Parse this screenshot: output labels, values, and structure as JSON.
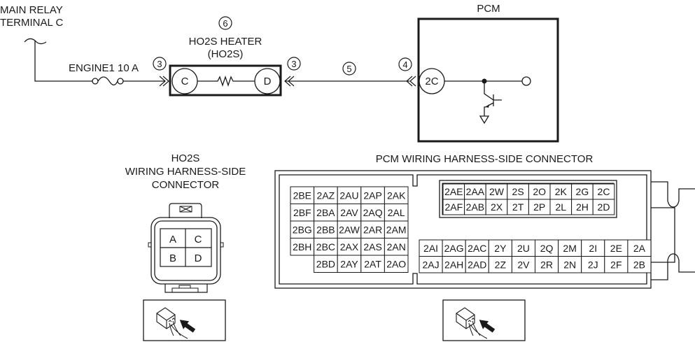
{
  "circuit": {
    "source_label_line1": "MAIN RELAY",
    "source_label_line2": "TERMINAL C",
    "fuse_label": "ENGINE1 10 A",
    "component_number": "6",
    "component_label_line1": "HO2S HEATER",
    "component_label_line2": "(HO2S)",
    "terminal_left": "C",
    "terminal_right": "D",
    "connector_left_number": "3",
    "connector_right_number": "3",
    "wire_number": "5",
    "pcm_connector_number": "4",
    "pcm_label": "PCM",
    "pcm_terminal": "2C"
  },
  "ho2s_connector": {
    "title_line1": "HO2S",
    "title_line2": "WIRING HARNESS-SIDE",
    "title_line3": "CONNECTOR",
    "pins": [
      "A",
      "C",
      "B",
      "D"
    ]
  },
  "pcm_connector": {
    "title": "PCM WIRING HARNESS-SIDE CONNECTOR",
    "left_block": [
      [
        "2BE",
        "2AZ",
        "2AU",
        "2AP",
        "2AK"
      ],
      [
        "2BF",
        "2BA",
        "2AV",
        "2AQ",
        "2AL"
      ],
      [
        "2BG",
        "2BB",
        "2AW",
        "2AR",
        "2AM"
      ],
      [
        "2BH",
        "2BC",
        "2AX",
        "2AS",
        "2AN"
      ],
      [
        "",
        "2BD",
        "2AY",
        "2AT",
        "2AO"
      ]
    ],
    "upper_right_block": [
      [
        "2AE",
        "2AA",
        "2W",
        "2S",
        "2O",
        "2K",
        "2G",
        "2C"
      ],
      [
        "2AF",
        "2AB",
        "2X",
        "2T",
        "2P",
        "2L",
        "2H",
        "2D"
      ]
    ],
    "lower_right_block": [
      [
        "2AI",
        "2AG",
        "2AC",
        "2Y",
        "2U",
        "2Q",
        "2M",
        "2I",
        "2E",
        "2A"
      ],
      [
        "2AJ",
        "2AH",
        "2AD",
        "2Z",
        "2V",
        "2R",
        "2N",
        "2J",
        "2F",
        "2B"
      ]
    ]
  },
  "icons": {
    "view_left": "connector-view-harness-side-icon",
    "view_right": "connector-view-harness-side-icon"
  }
}
